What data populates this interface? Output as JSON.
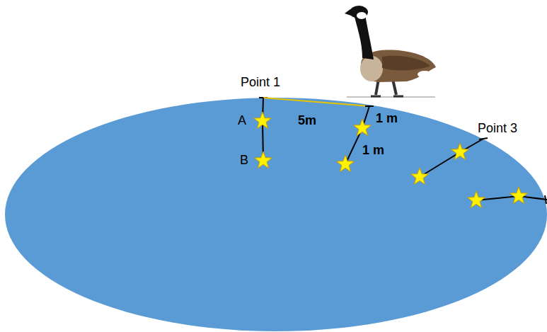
{
  "diagram": {
    "labels": [
      "Point 1",
      "A",
      "B",
      "5m",
      "1 m",
      "1 m",
      "Point 3"
    ]
  }
}
